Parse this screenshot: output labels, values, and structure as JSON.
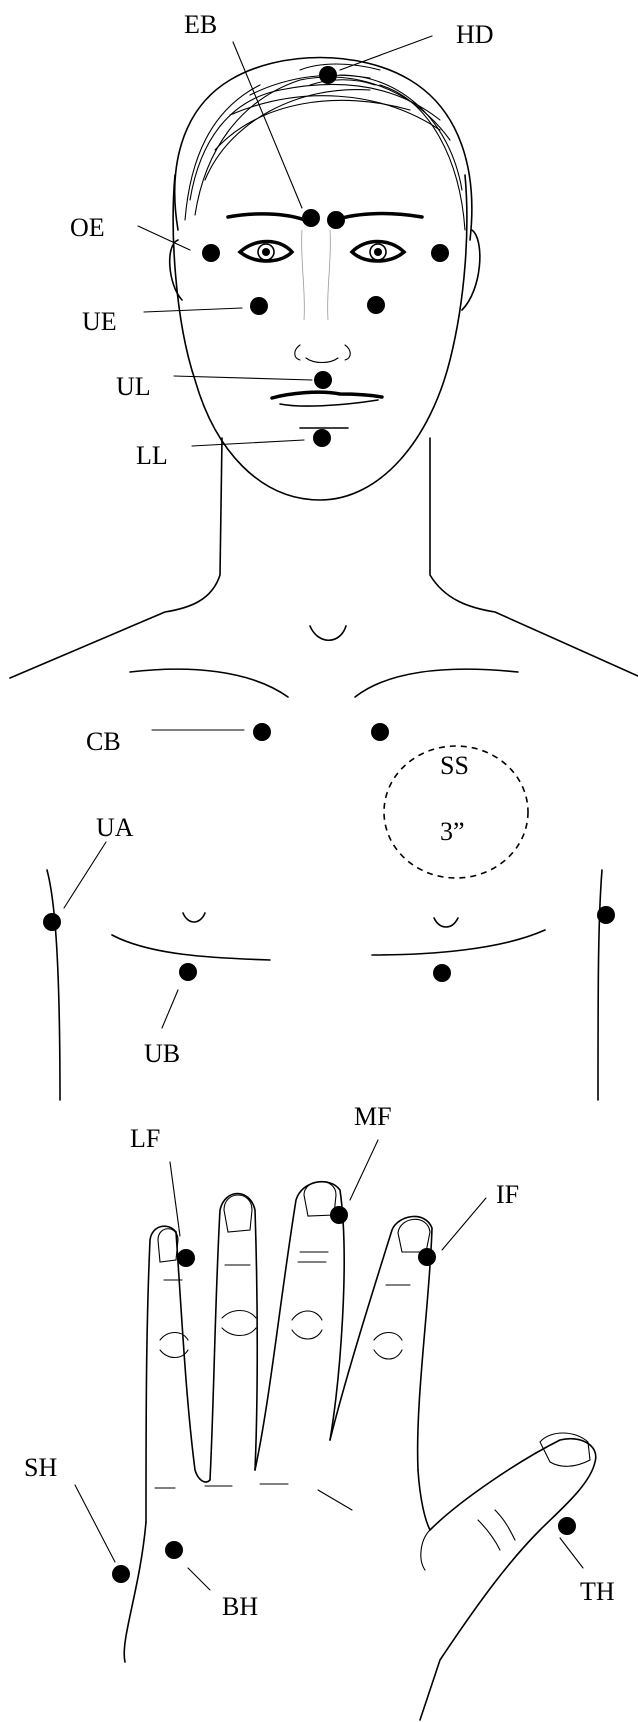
{
  "labels": {
    "EB": "EB",
    "HD": "HD",
    "OE": "OE",
    "UE": "UE",
    "UL": "UL",
    "LL": "LL",
    "CB": "CB",
    "SS": "SS",
    "SS_size": "3”",
    "UA": "UA",
    "UB": "UB",
    "LF": "LF",
    "MF": "MF",
    "IF": "IF",
    "SH": "SH",
    "BH": "BH",
    "TH": "TH"
  }
}
